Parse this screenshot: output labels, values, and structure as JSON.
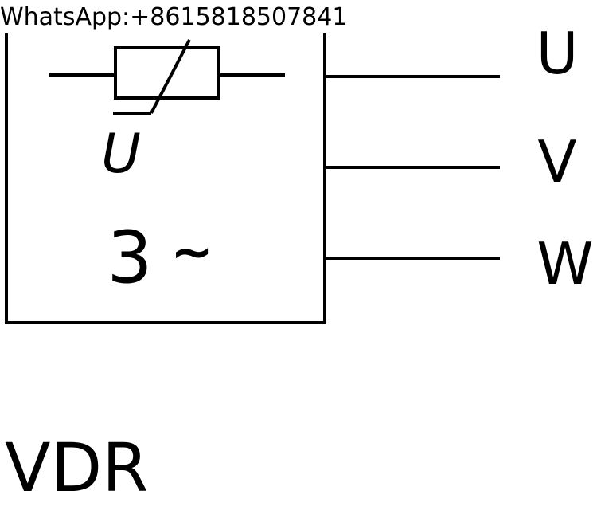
{
  "watermark": "WhatsApp:+8615818507841",
  "diagram": {
    "component_label": "VDR",
    "resistor_symbol": "U",
    "phase_marker": "3",
    "ac_symbol": "~",
    "terminals": [
      "U",
      "V",
      "W"
    ]
  },
  "colors": {
    "line": "#000000",
    "background": "#ffffff"
  }
}
